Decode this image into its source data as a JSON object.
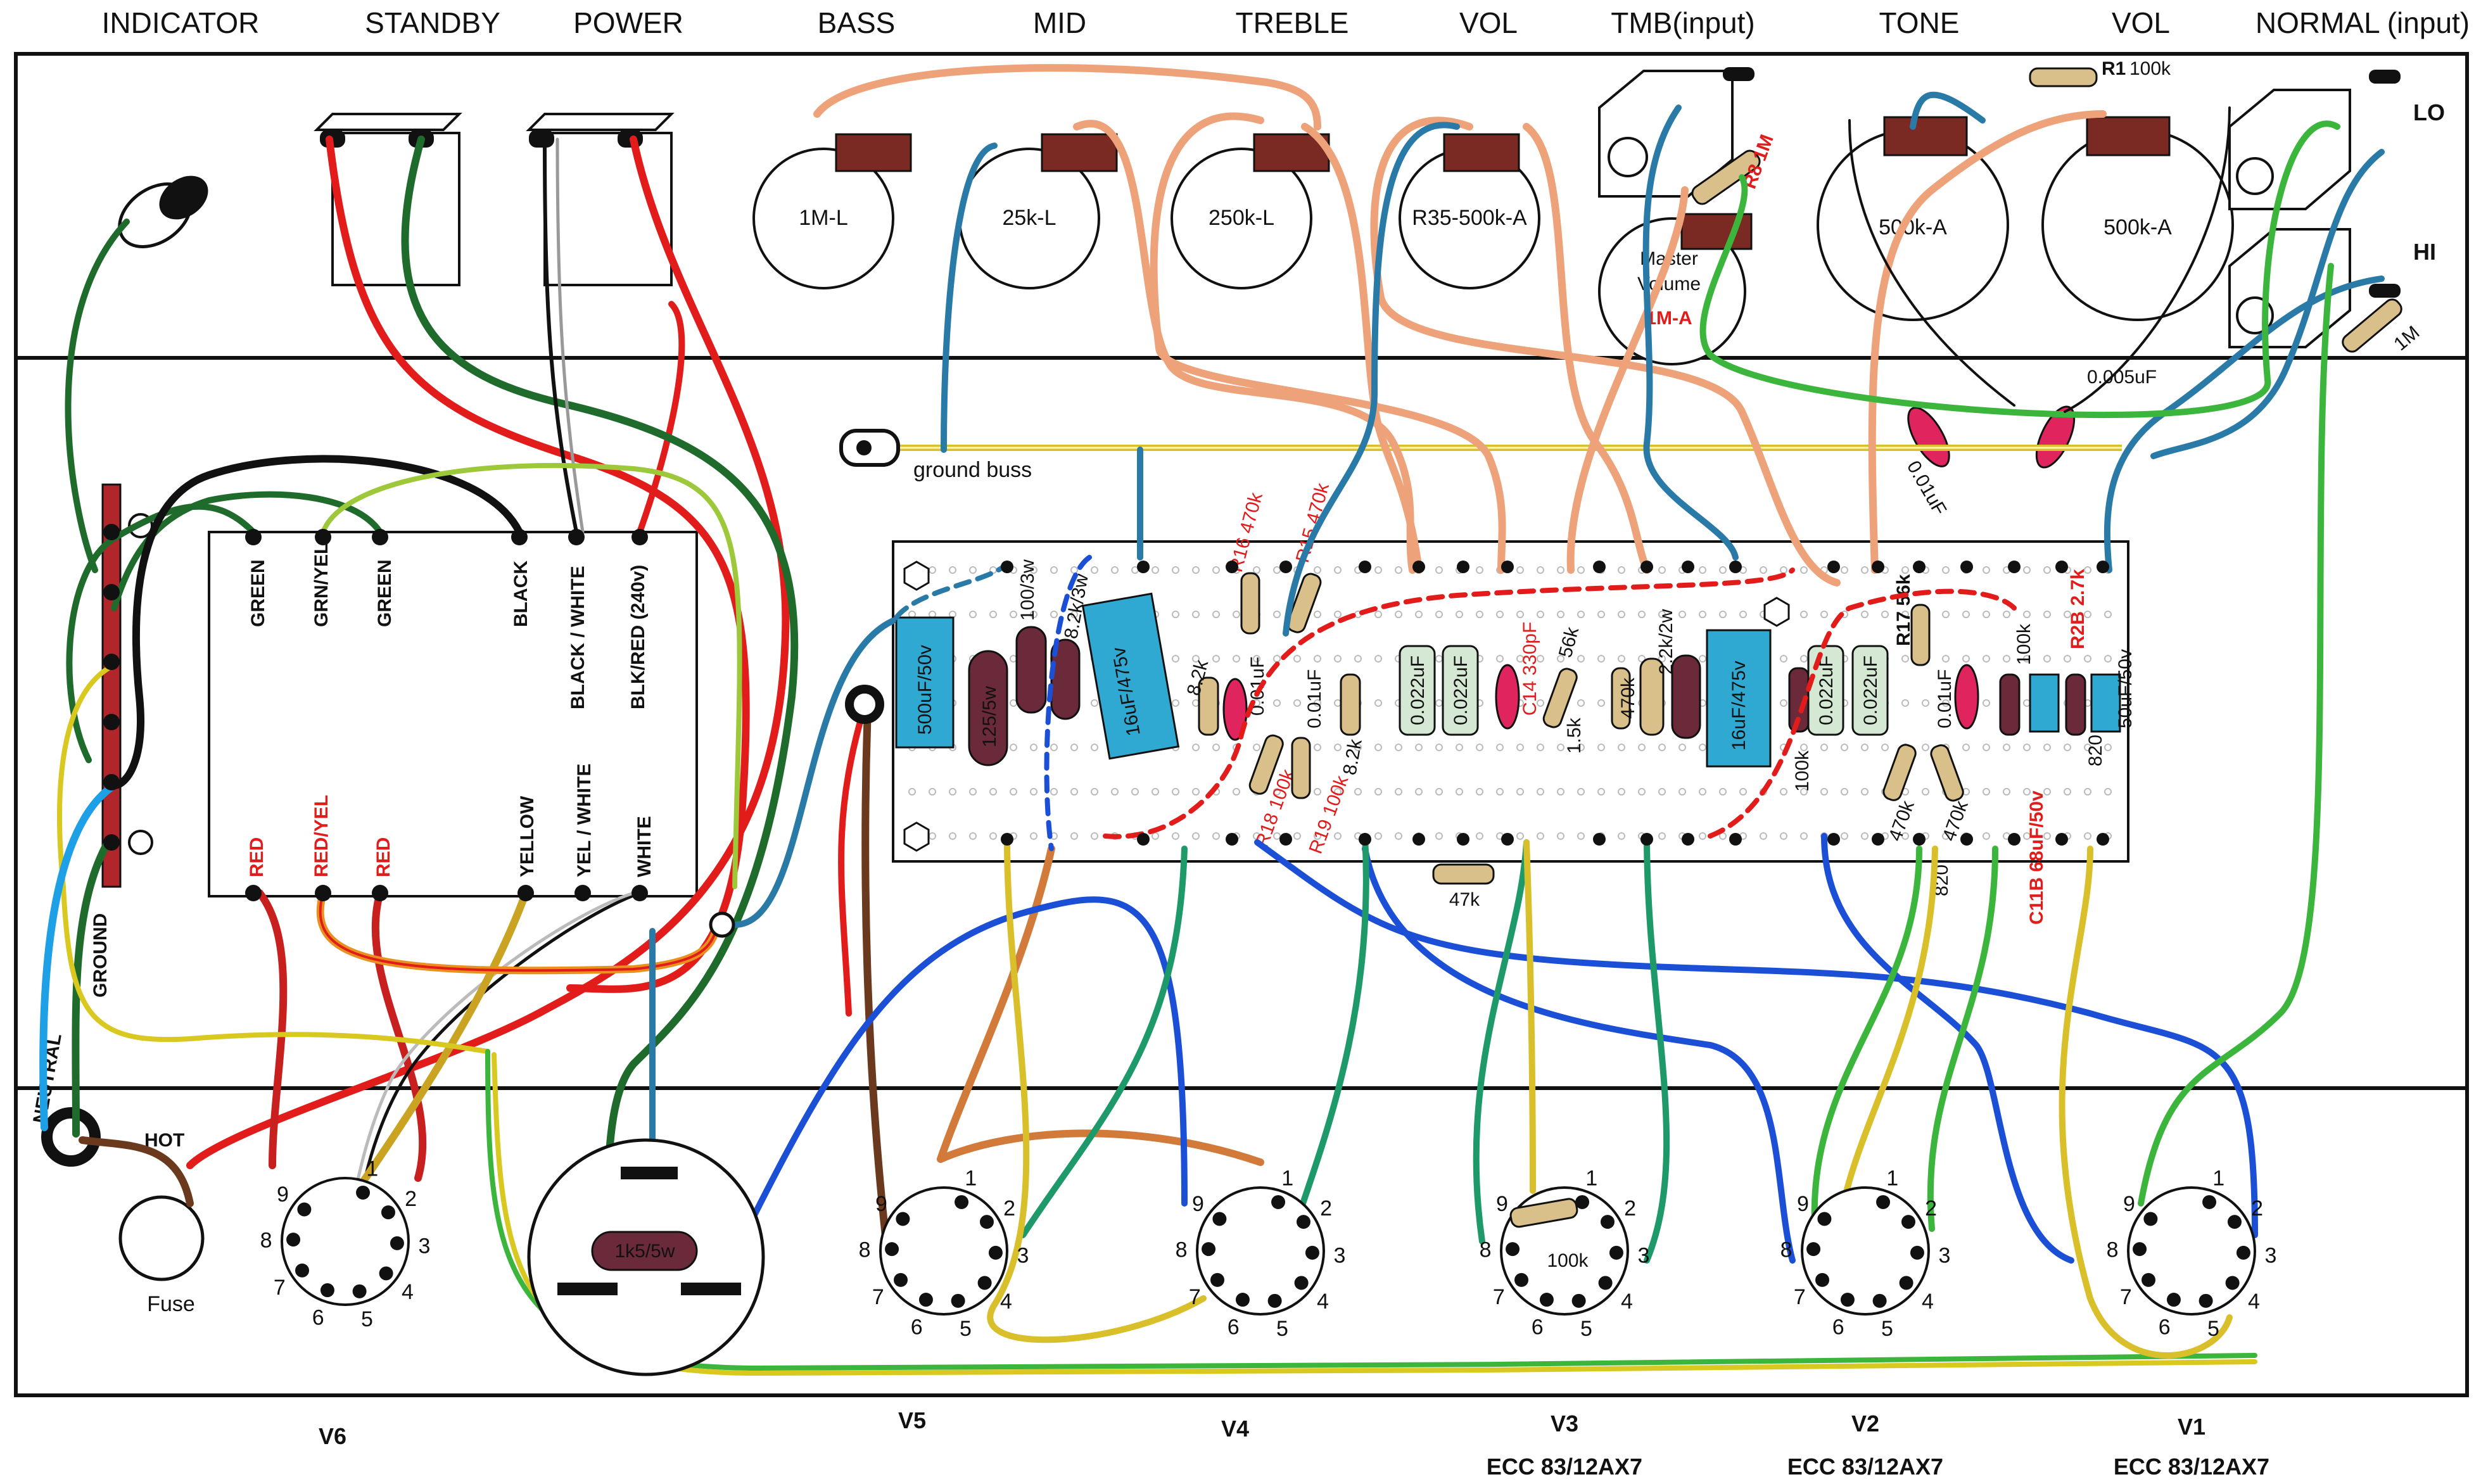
{
  "headers": [
    "INDICATOR",
    "STANDBY",
    "POWER",
    "BASS",
    "MID",
    "TREBLE",
    "VOL",
    "TMB(input)",
    "TONE",
    "VOL",
    "NORMAL (input)"
  ],
  "pots": [
    {
      "label": "1M-L"
    },
    {
      "label": "25k-L"
    },
    {
      "label": "250k-L"
    },
    {
      "label": "R35-500k-A"
    },
    {
      "label": "500k-A"
    },
    {
      "label": "500k-A"
    }
  ],
  "master": {
    "line1": "Master",
    "line2": "Volume",
    "value": "1M-A"
  },
  "jack_labels": {
    "lo": "LO",
    "hi": "HI"
  },
  "top_parts": {
    "r1_name": "R1",
    "r1_value": "100k",
    "r8": "R8 1M",
    "r_hi": "1M",
    "c_005": "0.005uF",
    "c_001": "0.01uF"
  },
  "ground_buss": "ground buss",
  "transformer": {
    "top": [
      "GREEN",
      "GRN/YEL",
      "GREEN",
      "BLACK",
      "BLACK / WHITE",
      "BLK/RED (240v)"
    ],
    "bottom": [
      "RED",
      "RED/YEL",
      "RED",
      "YELLOW",
      "YEL / WHITE",
      "WHITE"
    ]
  },
  "side_labels": {
    "ground": "GROUND",
    "neutral": "NEUTRAL",
    "hot": "HOT",
    "fuse": "Fuse"
  },
  "board_components": [
    {
      "text": "500uF/50v"
    },
    {
      "text": "125/5w"
    },
    {
      "text": "100/3w"
    },
    {
      "text": "8.2k/3w"
    },
    {
      "text": "16uF/475v"
    },
    {
      "text": "8.2k"
    },
    {
      "text": "R16 470k"
    },
    {
      "text": "R15 470k"
    },
    {
      "text": "0.01uF"
    },
    {
      "text": "0.01uF"
    },
    {
      "text": "8.2k"
    },
    {
      "text": "R18 100k"
    },
    {
      "text": "R19 100k"
    },
    {
      "text": "0.022uF"
    },
    {
      "text": "0.022uF"
    },
    {
      "text": "C14 330pF"
    },
    {
      "text": "56k"
    },
    {
      "text": "1.5k"
    },
    {
      "text": "470k"
    },
    {
      "text": "2.2k/2w"
    },
    {
      "text": "16uF/475v"
    },
    {
      "text": "100k"
    },
    {
      "text": "0.022uF"
    },
    {
      "text": "0.022uF"
    },
    {
      "text": "R17 56k"
    },
    {
      "text": "0.01uF"
    },
    {
      "text": "470k"
    },
    {
      "text": "470k"
    },
    {
      "text": "820"
    },
    {
      "text": "100k"
    },
    {
      "text": "R2B 2.7k"
    },
    {
      "text": "C11B 68uF/50v"
    },
    {
      "text": "820"
    },
    {
      "text": "50uF/50v"
    },
    {
      "text": "47k"
    }
  ],
  "v6_resistor": "1k5/5w",
  "v3_resistor": "100k",
  "tubes": [
    {
      "name": "V6",
      "sub": ""
    },
    {
      "name": "V5",
      "sub": ""
    },
    {
      "name": "V4",
      "sub": ""
    },
    {
      "name": "V3",
      "sub": "ECC 83/12AX7"
    },
    {
      "name": "V2",
      "sub": "ECC 83/12AX7"
    },
    {
      "name": "V1",
      "sub": "ECC 83/12AX7"
    }
  ],
  "pin_numbers": [
    "1",
    "2",
    "3",
    "4",
    "5",
    "6",
    "7",
    "8",
    "9"
  ],
  "colors": {
    "red": "#e21b1b",
    "dark_green": "#1f6b2c",
    "green": "#3cb53c",
    "black": "#111111",
    "blue": "#1a4fd6",
    "teal": "#2a7aa8",
    "orange": "#eea27a",
    "yellow": "#d9bf2a",
    "brown": "#6b3a1e",
    "capacitor_blue": "#2fa9d1",
    "capacitor_green": "#d5e8d4",
    "capacitor_red": "#e0245e",
    "resistor_body": "#6b2a3a",
    "pot_body": "#7a2a22"
  }
}
